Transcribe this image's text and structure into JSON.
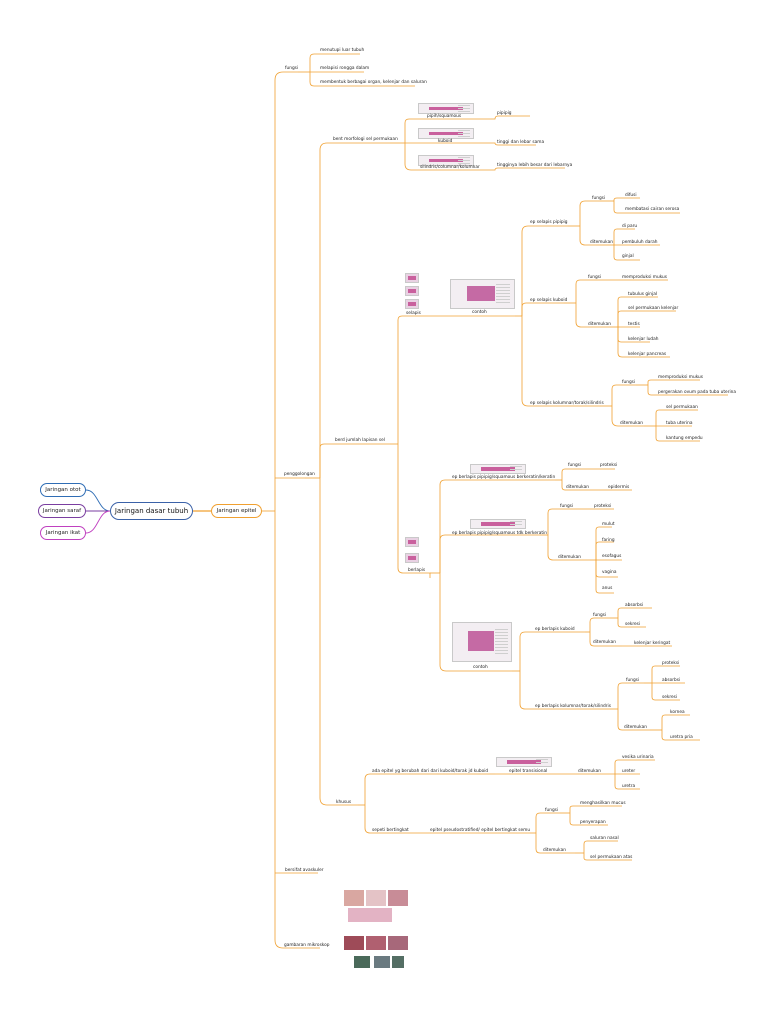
{
  "central": "Jaringan dasar tubuh",
  "left_branches": [
    {
      "label": "Jaringan otot",
      "color": "#2f6db5"
    },
    {
      "label": "Jaringan saraf",
      "color": "#7a3ea0"
    },
    {
      "label": "Jaringan ikat",
      "color": "#c040c0"
    }
  ],
  "main_branch": {
    "label": "Jaringan epitel",
    "color": "#f0a030"
  },
  "fungsi": {
    "label": "fungsi",
    "items": [
      "menutupi luar tubuh",
      "melapisi rongga dalam",
      "membentuk berbagai organ, kelenjar dan saluran"
    ]
  },
  "penggolongan": {
    "label": "penggolongan",
    "morfologi": {
      "label": "bent morfologi sel permukaan",
      "types": [
        {
          "label": "pipih/squamous",
          "desc": "pipipig"
        },
        {
          "label": "kuboid",
          "desc": "tinggi dan lebar sama"
        },
        {
          "label": "silindris/columnar/kolumnar",
          "desc": "tingginya lebih besar dari lebarnya"
        }
      ]
    },
    "lapisan": {
      "label": "berd jumlah lapisan sel",
      "selapis": {
        "label": "selapis",
        "contoh": "contoh",
        "pipih": {
          "label": "ep selapis pipipig",
          "fungsi": "fungsi",
          "fungsi_items": [
            "difusi",
            "membatasi cairan serosa"
          ],
          "ditemukan": "ditemukan",
          "ditemukan_items": [
            "di paru",
            "pembuluh darah",
            "ginjal"
          ]
        },
        "kuboid": {
          "label": "ep selapis kuboid",
          "fungsi": "fungsi",
          "fungsi_item": "memproduksi mukus",
          "ditemukan": "ditemukan",
          "ditemukan_items": [
            "tubulus ginjal",
            "sel permukaan kelenjar",
            "testis",
            "kelenjar ludah",
            "kelenjar pancreas"
          ]
        },
        "silindris": {
          "label": "ep selapis kolumnar/torak/silindris",
          "fungsi": "fungsi",
          "fungsi_items": [
            "memproduksi mukus",
            "pergerakan ovum pada tuba uterina"
          ],
          "ditemukan": "ditemukan",
          "ditemukan_items": [
            "sel permukaan",
            "tuba uterina",
            "kantung empedu"
          ]
        }
      },
      "berlapis": {
        "label": "berlapis",
        "contoh": "contoh",
        "pipih_keratin": {
          "label": "ep berlapis pipipig/squamous berkeratin/keratin",
          "fungsi": "fungsi",
          "fungsi_item": "proteksi",
          "ditemukan": "ditemukan",
          "ditemukan_item": "epidermis"
        },
        "pipih_non": {
          "label": "ep berlapis pipipig/squamous tdk berkeratin",
          "fungsi": "fungsi",
          "fungsi_item": "proteksi",
          "ditemukan": "ditemukan",
          "ditemukan_items": [
            "mulut",
            "faring",
            "esofagus",
            "vagina",
            "anus"
          ]
        },
        "kuboid": {
          "label": "ep berlapis kuboid",
          "fungsi": "fungsi",
          "fungsi_items": [
            "absorbsi",
            "sekresi"
          ],
          "ditemukan": "ditemukan",
          "ditemukan_item": "kelenjar keringat"
        },
        "silindris": {
          "label": "ep berlapis kolumnar/torak/silindris",
          "fungsi": "fungsi",
          "fungsi_items": [
            "proteksi",
            "absorbsi",
            "sekresi"
          ],
          "ditemukan": "ditemukan",
          "ditemukan_items": [
            "kornea",
            "uretra pria"
          ]
        }
      }
    },
    "khusus": {
      "label": "khusus",
      "transisional_branch": "ada epitel yg berubah dari dari kuboid/torak jd kuboid",
      "transisional": "epitel transisional",
      "trans_ditemukan": "ditemukan",
      "trans_items": [
        "vesika urinaria",
        "ureter",
        "uretra"
      ],
      "bertingkat_branch": "sepeti bertingkat",
      "bertingkat": "epitel pseudostratified/ epitel bertingkat semu",
      "bert_fungsi": "fungsi",
      "bert_fungsi_items": [
        "menghasilkan mucus",
        "penyerapan"
      ],
      "bert_ditemukan": "ditemukan",
      "bert_ditemukan_items": [
        "saluran nasal",
        "sel permukaan atas"
      ]
    }
  },
  "bersifat": "bersifat avaskuler",
  "gambaran": "gambaran mikroskop"
}
